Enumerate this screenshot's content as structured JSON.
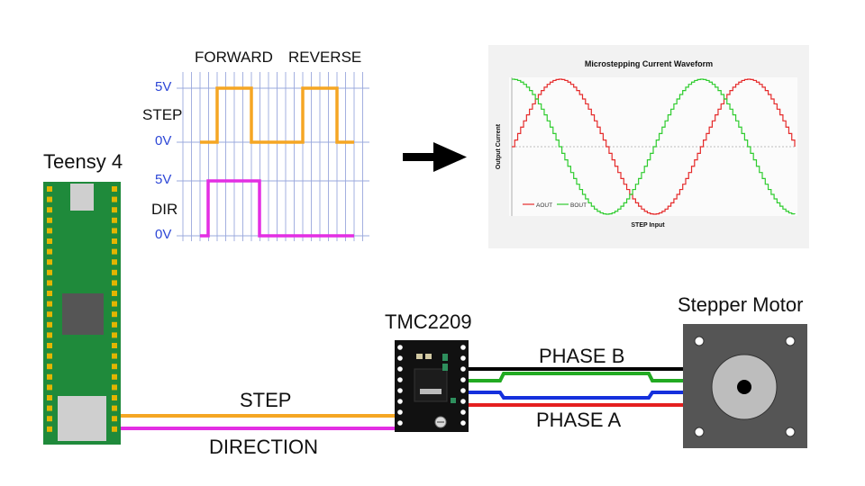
{
  "timing": {
    "forward": "FORWARD",
    "reverse": "REVERSE",
    "step": "STEP",
    "dir": "DIR",
    "v5": "5V",
    "v0": "0V"
  },
  "board": {
    "title": "Teensy 4"
  },
  "driver": {
    "title": "TMC2209"
  },
  "motor": {
    "title": "Stepper Motor"
  },
  "wires": {
    "step": "STEP",
    "direction": "DIRECTION",
    "phase_a": "PHASE A",
    "phase_b": "PHASE B"
  },
  "colors": {
    "step": "#f5a623",
    "dir": "#e32fe3",
    "aout": "#e52b2b",
    "bout": "#2fcc2f",
    "phase_black": "#000000",
    "phase_green": "#22aa22",
    "phase_blue": "#1530dd",
    "phase_red": "#e52020",
    "grid": "#9aa8dd",
    "label_blue": "#2c46d6"
  },
  "chart_data": {
    "type": "line",
    "title": "Microstepping Current Waveform",
    "xlabel": "STEP Input",
    "ylabel": "Output Current",
    "legend": "bottom-left",
    "grid": false,
    "x_range": [
      0,
      1.5
    ],
    "x_unit": "cycles",
    "ylim": [
      -1,
      1
    ],
    "series": [
      {
        "name": "AOUT",
        "function": "sin",
        "amplitude": 1,
        "steps_per_cycle": 64,
        "cycles": 1.5
      },
      {
        "name": "BOUT",
        "function": "cos",
        "amplitude": 1,
        "steps_per_cycle": 64,
        "cycles": 1.5
      }
    ]
  }
}
